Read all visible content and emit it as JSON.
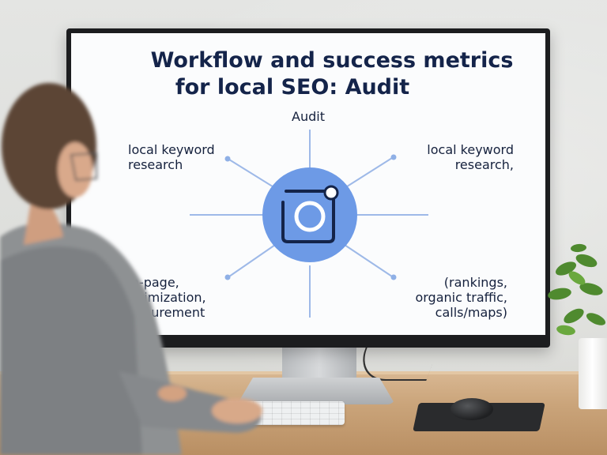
{
  "screen": {
    "title_line1": "Workflow and success metrics",
    "title_line2": "for local SEO: Audit",
    "label_top": "Audit",
    "label_top_left": [
      "local keyword",
      "research"
    ],
    "label_top_right": [
      "local keyword",
      "research,"
    ],
    "label_bottom_left": [
      "on-page,",
      "optimization,",
      "meaurement"
    ],
    "label_bottom_right": [
      "(rankings,",
      "organic traffic,",
      "calls/maps)"
    ],
    "center_icon": "camera-lens-icon"
  },
  "colors": {
    "title": "#14244a",
    "hub": "#6d9ae6",
    "spoke": "#9eb9e8",
    "icon_stroke": "#14244a"
  }
}
